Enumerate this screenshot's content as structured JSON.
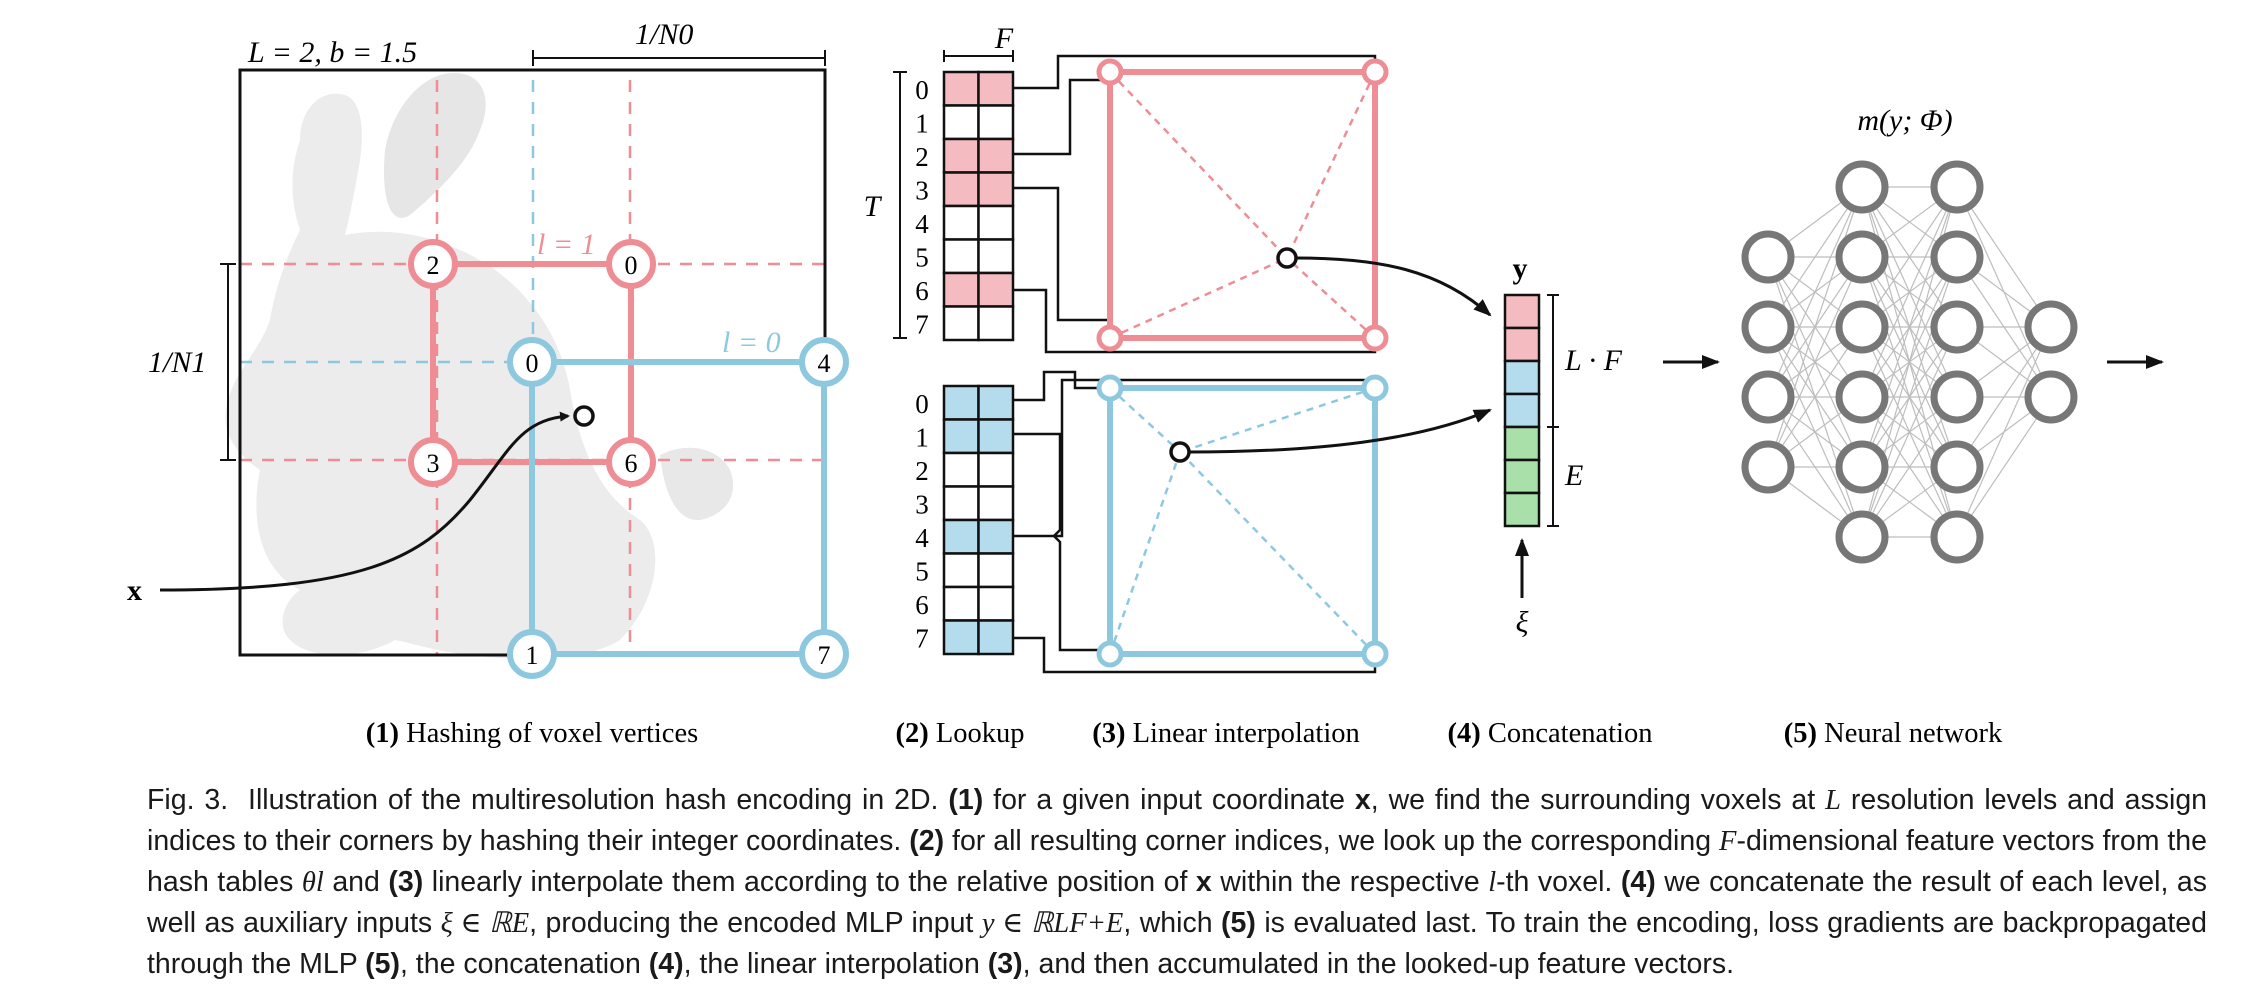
{
  "panel1": {
    "params_text": "L = 2,   b = 1.5",
    "n0_label": "1/N0",
    "n1_label": "1/N1",
    "x_label": "x",
    "level1_label": "l = 1",
    "level0_label": "l = 0",
    "red_vertices": [
      "2",
      "0",
      "3",
      "6"
    ],
    "blue_vertices": [
      "0",
      "4",
      "1",
      "7"
    ]
  },
  "panel2": {
    "f_label": "F",
    "t_label": "T",
    "red_table": {
      "indices": [
        "0",
        "1",
        "2",
        "3",
        "4",
        "5",
        "6",
        "7"
      ],
      "filled_rows": [
        0,
        2,
        3,
        6
      ]
    },
    "blue_table": {
      "indices": [
        "0",
        "1",
        "2",
        "3",
        "4",
        "5",
        "6",
        "7"
      ],
      "filled_rows": [
        0,
        1,
        4,
        7
      ]
    }
  },
  "panel4": {
    "y_label": "y",
    "lf_label": "L · F",
    "e_label": "E",
    "xi_label": "ξ"
  },
  "panel5": {
    "network_label": "m(y; Φ)",
    "layer_sizes": [
      4,
      6,
      6,
      2
    ]
  },
  "sublabels": [
    {
      "num": "(1)",
      "text": "Hashing of voxel vertices"
    },
    {
      "num": "(2)",
      "text": "Lookup"
    },
    {
      "num": "(3)",
      "text": "Linear interpolation"
    },
    {
      "num": "(4)",
      "text": "Concatenation"
    },
    {
      "num": "(5)",
      "text": "Neural network"
    }
  ],
  "colors": {
    "red": "#ee8d94",
    "red_fill": "#f4bcc1",
    "blue": "#8ec8df",
    "blue_fill": "#b4dced",
    "green_fill": "#a9dfa8",
    "node_gray": "#777777"
  },
  "caption": {
    "fig": "Fig. 3.",
    "s1": "Illustration of the multiresolution hash encoding in 2D.",
    "n1": "(1)",
    "s2": "for a given input coordinate",
    "x": "x",
    "s3": ", we find the surrounding voxels at",
    "L": "L",
    "s4": "resolution levels and assign indices to their corners by hashing their integer coordinates.",
    "n2": "(2)",
    "s5": "for all resulting corner indices, we look up the corresponding",
    "F": "F",
    "s6": "-dimensional feature vectors from the hash tables",
    "theta": "θl",
    "s7": "and",
    "n3": "(3)",
    "s8": "linearly interpolate them according to the relative position of",
    "s9": "within the respective",
    "l": "l",
    "s10": "-th voxel.",
    "n4": "(4)",
    "s11": "we concatenate the result of each level, as well as auxiliary inputs",
    "xi_in": "ξ ∈ ℝE",
    "s12": ", producing the encoded MLP input",
    "y_in": "y ∈ ℝLF+E",
    "s13": ", which",
    "n5": "(5)",
    "s14": "is evaluated last. To train the encoding, loss gradients are backpropagated through the MLP",
    "s15": ", the concatenation",
    "s16": ", the linear interpolation",
    "s17": ", and then accumulated in the looked-up feature vectors."
  }
}
